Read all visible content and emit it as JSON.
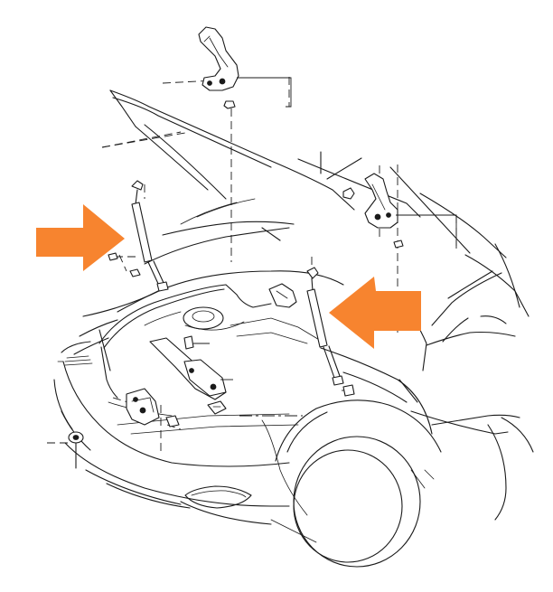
{
  "diagram": {
    "highlight_color": "#f7842f",
    "line_color": "#1a1a1a",
    "background": "#ffffff",
    "arrows": [
      {
        "name": "left-strut-arrow",
        "points_to": "hood-support-rod-left"
      },
      {
        "name": "right-strut-arrow",
        "points_to": "hood-support-rod-right"
      }
    ],
    "parts": [
      "hood-hinge-left",
      "hood-hinge-right",
      "hood-support-rod-left",
      "hood-support-rod-right",
      "hood-release-cable",
      "hood-lock-latch",
      "hood-lock-striker",
      "hood-lock-release-lever",
      "hood-bumper"
    ]
  }
}
